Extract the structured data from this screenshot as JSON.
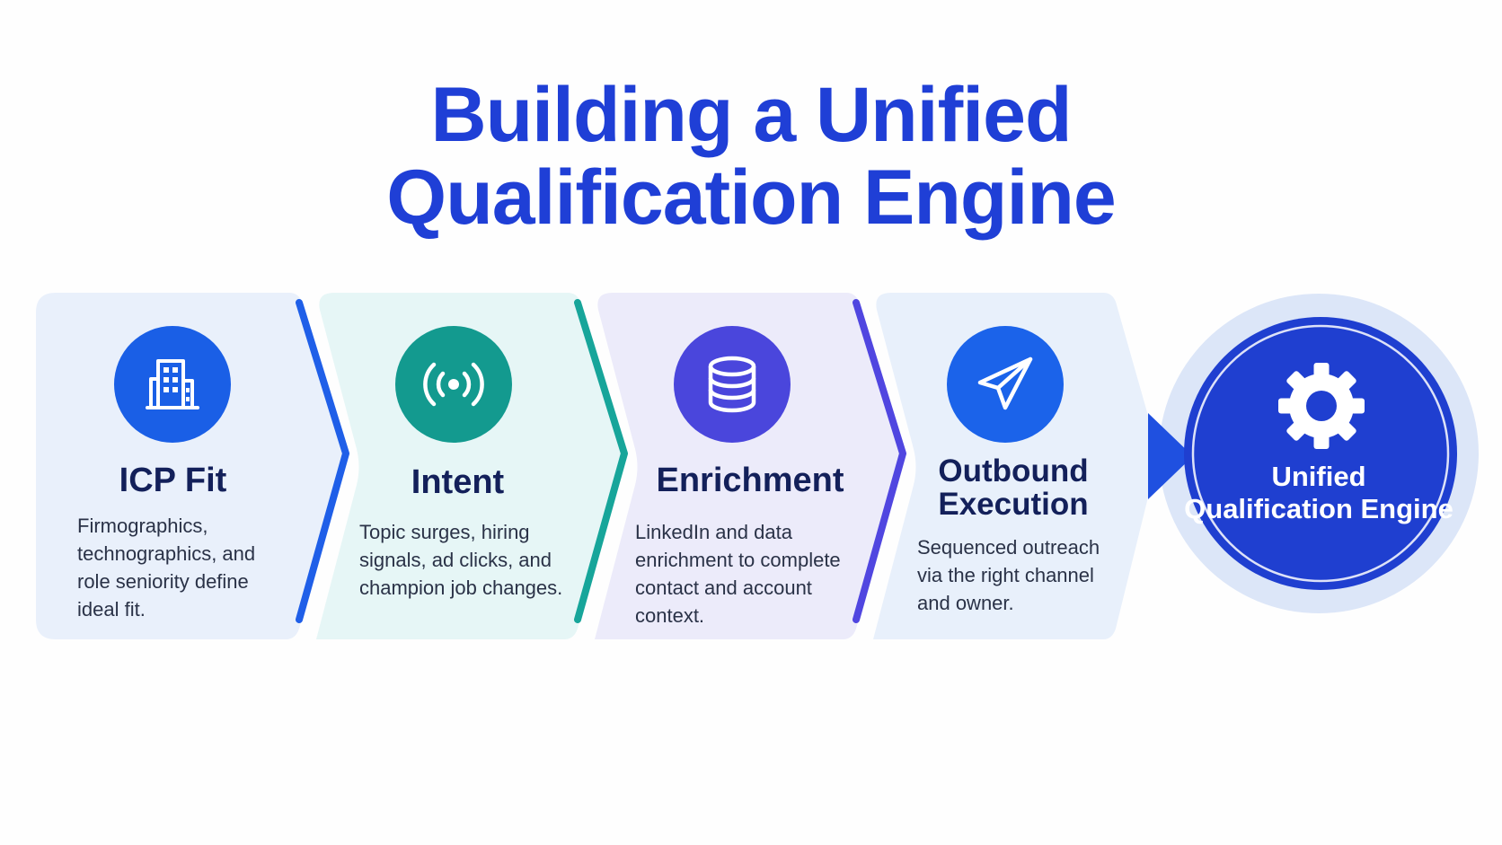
{
  "title": {
    "line1": "Building a Unified",
    "line2": "Qualification Engine"
  },
  "steps": [
    {
      "title": "ICP Fit",
      "description": "Firmographics, technographics, and role seniority define ideal fit.",
      "icon": "building-icon",
      "icon_color": "#1a5fe6",
      "panel_color": "#e9f0fb",
      "chevron_color": "#1f5fe8"
    },
    {
      "title": "Intent",
      "description": "Topic surges, hiring signals, ad clicks, and champion job changes.",
      "icon": "broadcast-signal-icon",
      "icon_color": "#139a8f",
      "panel_color": "#e6f6f6",
      "chevron_color": "#17a59a"
    },
    {
      "title": "Enrichment",
      "description": "LinkedIn and data enrichment to complete contact and account context.",
      "icon": "database-icon",
      "icon_color": "#4a46dc",
      "panel_color": "#ecebfa",
      "chevron_color": "#5046e0"
    },
    {
      "title": "Outbound Execution",
      "description": "Sequenced outreach via the right channel and owner.",
      "icon": "paper-plane-icon",
      "icon_color": "#1b63ea",
      "panel_color": "#e8f0fb",
      "chevron_color": "#1e50e6"
    }
  ],
  "engine": {
    "label": "Unified Qualification Engine",
    "icon": "gear-icon",
    "color": "#1f3fd0",
    "halo_color": "#dce6f8"
  }
}
